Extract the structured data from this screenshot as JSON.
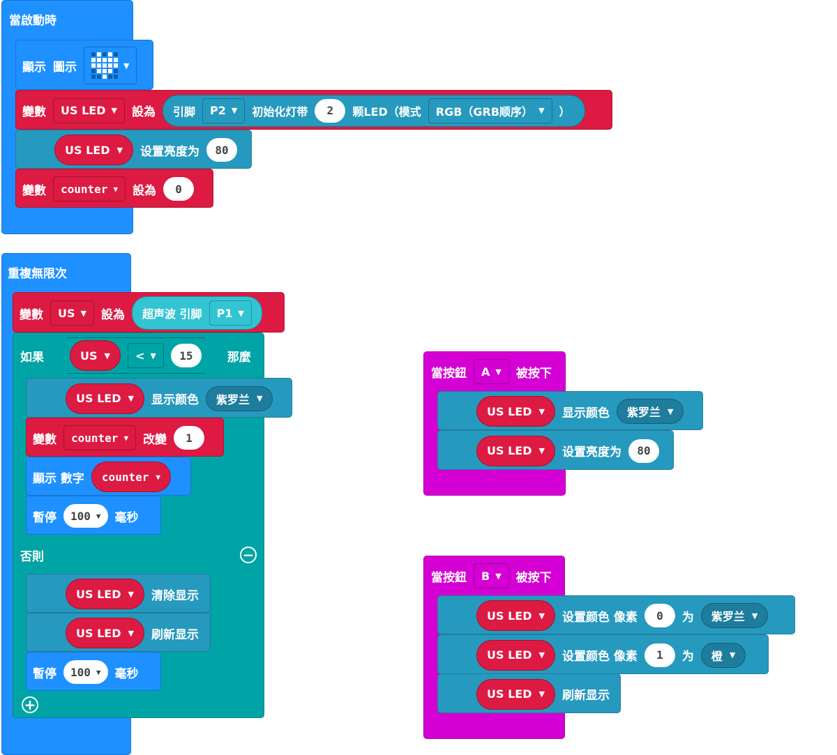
{
  "on_start": {
    "title": "當啟動時",
    "show_icon": {
      "label1": "顯示",
      "label2": "圖示",
      "icon": "heart-icon",
      "pattern": [
        0,
        1,
        0,
        1,
        0,
        1,
        1,
        1,
        1,
        1,
        1,
        1,
        1,
        1,
        1,
        0,
        1,
        1,
        1,
        0,
        0,
        0,
        1,
        0,
        0
      ]
    },
    "set_strip": {
      "var_label": "變數",
      "var": "US LED",
      "set_label": "設為",
      "pin_label": "引脚",
      "pin": "P2",
      "init_label": "初始化灯带",
      "count": "2",
      "leds_label": "颗LED（模式",
      "mode": "RGB（GRB顺序）",
      "close": "）"
    },
    "brightness": {
      "var": "US LED",
      "label": "设置亮度为",
      "value": "80"
    },
    "set_counter": {
      "var_label": "變數",
      "var": "counter",
      "set_label": "設為",
      "value": "0"
    }
  },
  "forever": {
    "title": "重複無限次",
    "set_us": {
      "var_label": "變數",
      "var": "US",
      "set_label": "設為",
      "sensor_label": "超声波 引脚",
      "pin": "P1"
    },
    "if": {
      "label": "如果",
      "var": "US",
      "op": "<",
      "value": "15",
      "then": "那麼",
      "else": "否則"
    },
    "show_color": {
      "var": "US LED",
      "label": "显示颜色",
      "color": "紫罗兰"
    },
    "change_counter": {
      "var_label": "變數",
      "var": "counter",
      "label": "改變",
      "value": "1"
    },
    "show_number": {
      "label": "顯示 數字",
      "var": "counter"
    },
    "pause1": {
      "label": "暫停",
      "value": "100",
      "unit": "毫秒"
    },
    "clear": {
      "var": "US LED",
      "label": "清除显示"
    },
    "refresh": {
      "var": "US LED",
      "label": "刷新显示"
    },
    "pause2": {
      "label": "暫停",
      "value": "100",
      "unit": "毫秒"
    }
  },
  "button_a": {
    "label": "當按鈕",
    "button": "A",
    "pressed": "被按下",
    "show_color": {
      "var": "US LED",
      "label": "显示颜色",
      "color": "紫罗兰"
    },
    "brightness": {
      "var": "US LED",
      "label": "设置亮度为",
      "value": "80"
    }
  },
  "button_b": {
    "label": "當按鈕",
    "button": "B",
    "pressed": "被按下",
    "pixel0": {
      "var": "US LED",
      "label": "设置颜色 像素",
      "index": "0",
      "for": "为",
      "color": "紫罗兰"
    },
    "pixel1": {
      "var": "US LED",
      "label": "设置颜色 像素",
      "index": "1",
      "for": "为",
      "color": "橙"
    },
    "refresh": {
      "var": "US LED",
      "label": "刷新显示"
    }
  },
  "colors": {
    "event": "#1E90FF",
    "variables": "#DC1A42",
    "neopixel": "#2699BF",
    "logic": "#00A4A6",
    "input": "#D400D4",
    "sonar": "#32C4D2"
  }
}
